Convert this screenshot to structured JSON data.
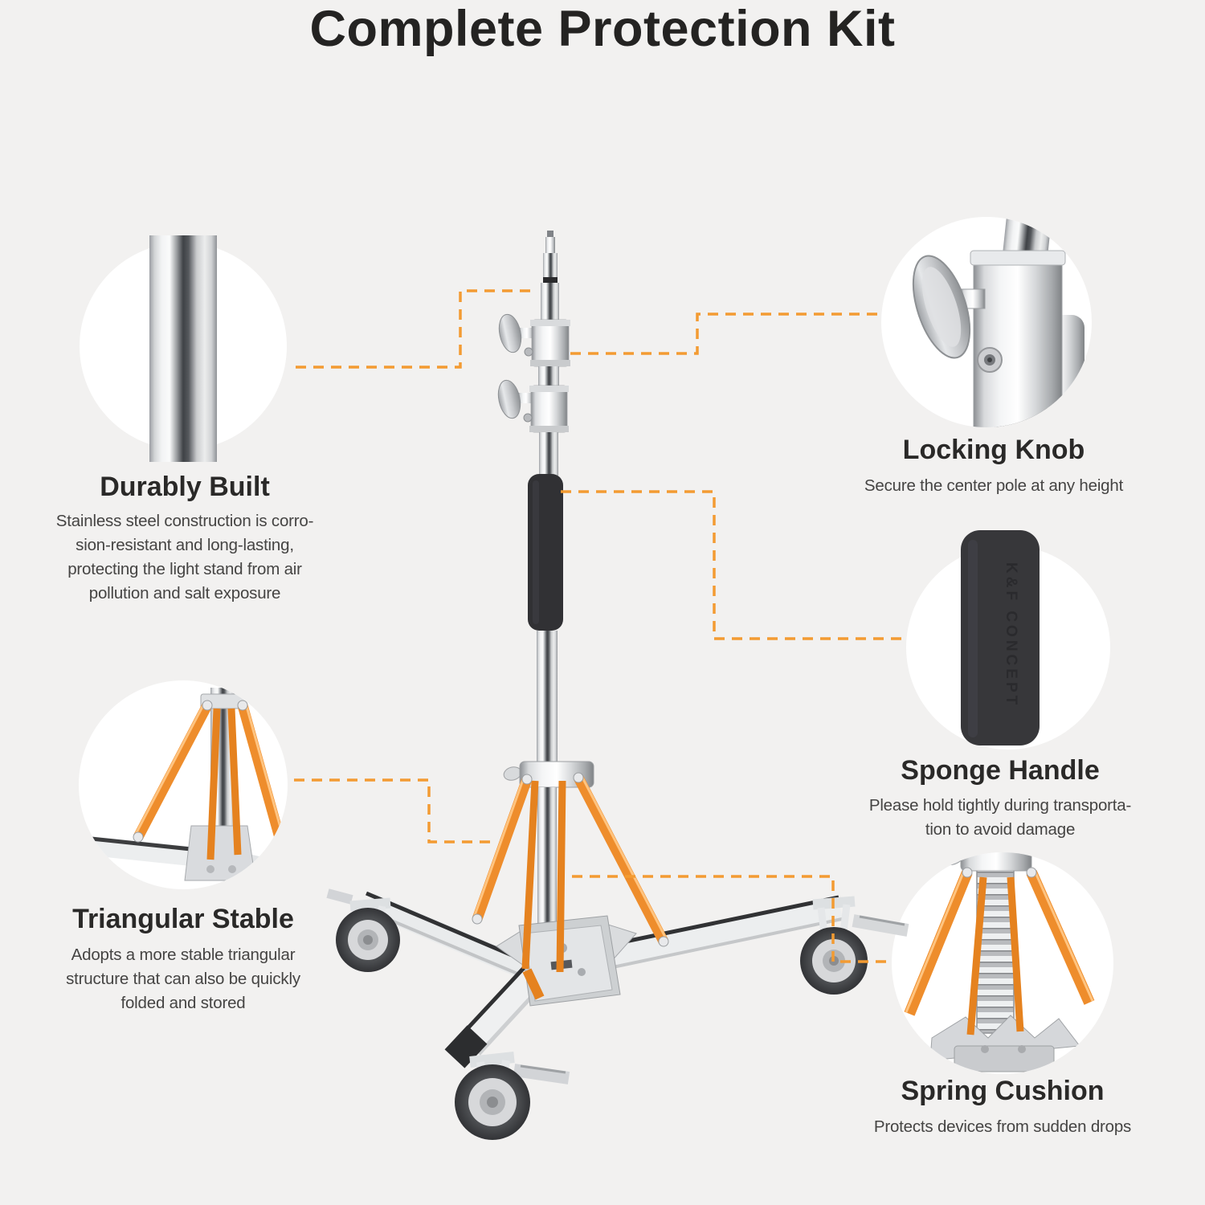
{
  "page": {
    "background_color": "#f2f1f0",
    "accent_color": "#f39b32",
    "title_color": "#242322"
  },
  "title": "Complete Protection Kit",
  "features": [
    {
      "id": "durably-built",
      "heading": "Durably Built",
      "body": "Stainless steel construction is corro-\nsion-resistant and long-lasting,\nprotecting the light stand from air\npollution and salt exposure"
    },
    {
      "id": "locking-knob",
      "heading": "Locking Knob",
      "body": "Secure the center pole at any height"
    },
    {
      "id": "sponge-handle",
      "heading": "Sponge Handle",
      "body": "Please hold tightly during transporta-\ntion to avoid damage"
    },
    {
      "id": "triangular-stable",
      "heading": "Triangular Stable",
      "body": "Adopts a more stable triangular\nstructure that can also be quickly\nfolded and stored"
    },
    {
      "id": "spring-cushion",
      "heading": "Spring Cushion",
      "body": "Protects devices from sudden drops"
    }
  ],
  "sponge_brand_text": "K&F CONCEPT"
}
